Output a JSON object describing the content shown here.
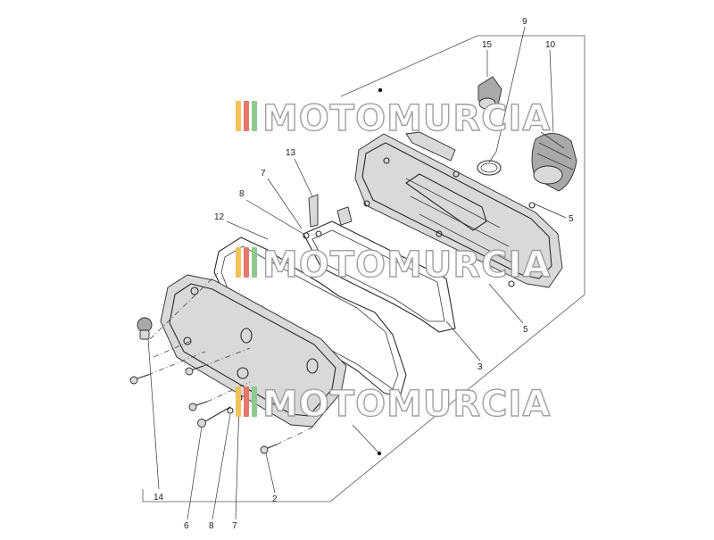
{
  "watermark": {
    "text": "MOTOMURCIA",
    "stripe_colors": [
      "#f2c15a",
      "#e8766a",
      "#8fc98f"
    ]
  },
  "callouts": {
    "c9": "9",
    "c15": "15",
    "c10": "10",
    "c13": "13",
    "c7a": "7",
    "c8a": "8",
    "c12": "12",
    "c5a": "5",
    "c5b": "5",
    "c3": "3",
    "c2": "2",
    "c14": "14",
    "c6": "6",
    "c8b": "8",
    "c7b": "7"
  }
}
